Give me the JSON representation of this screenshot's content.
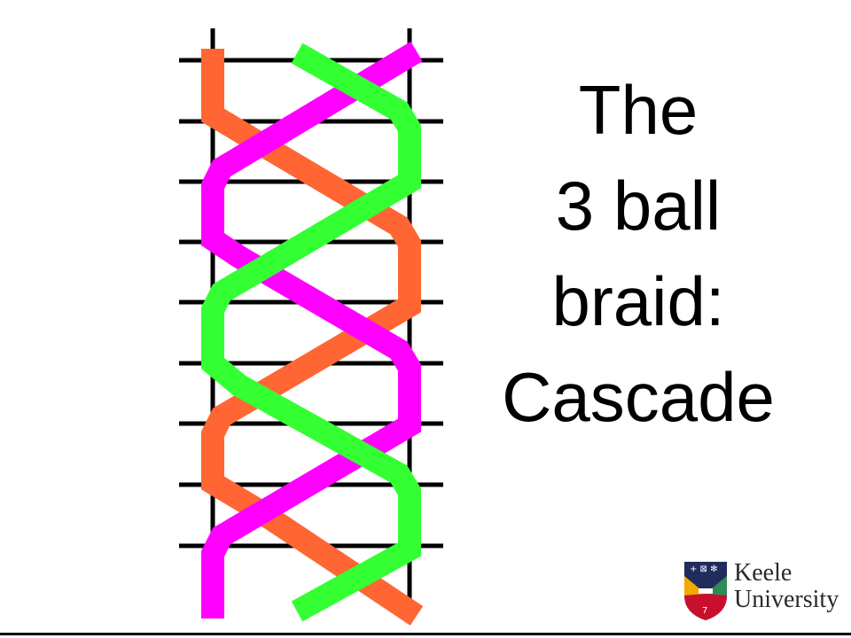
{
  "title_lines": [
    "The",
    "3 ball",
    "braid:",
    "Cascade"
  ],
  "logo": {
    "line1": "Keele",
    "line2": "University",
    "shield_number": "7"
  },
  "colors": {
    "orange": "#ff6633",
    "magenta": "#ff00ff",
    "green": "#33ff33",
    "grid": "#000000"
  },
  "diagram": {
    "positions": [
      "left",
      "right"
    ],
    "strands": [
      {
        "color": "orange",
        "path": [
          "left",
          "left",
          "right",
          "right",
          "left",
          "left",
          "right"
        ]
      },
      {
        "color": "magenta",
        "path": [
          "right",
          "left",
          "left",
          "right",
          "right",
          "left",
          "left"
        ]
      },
      {
        "color": "green",
        "path": [
          "mid",
          "right",
          "right",
          "left",
          "left",
          "right",
          "mid"
        ]
      }
    ]
  }
}
